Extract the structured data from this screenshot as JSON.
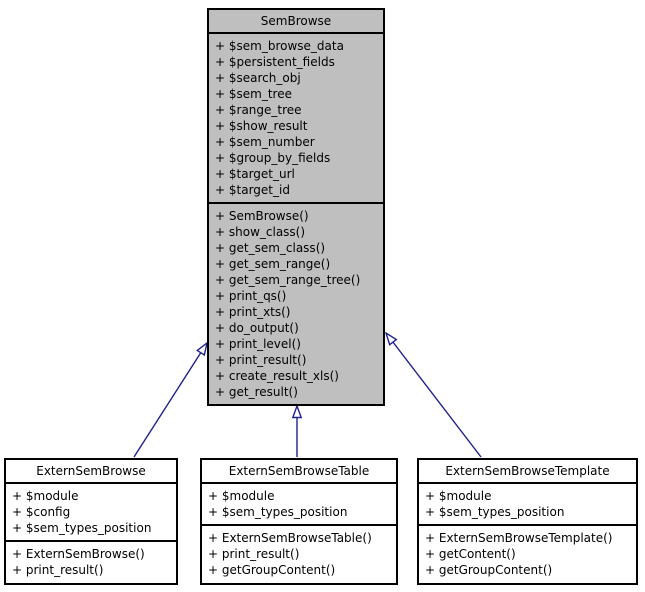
{
  "diagram": {
    "background": "#ffffff",
    "border_color": "#000000",
    "edge_color": "#21218c",
    "arrowhead_fill": "#ffffff",
    "parent_fill": "#bfbfbf",
    "child_fill": "#ffffff"
  },
  "classes": [
    {
      "name": "SemBrowse",
      "fill": "#bfbfbf",
      "fields": [
        "+ $sem_browse_data",
        "+ $persistent_fields",
        "+ $search_obj",
        "+ $sem_tree",
        "+ $range_tree",
        "+ $show_result",
        "+ $sem_number",
        "+ $group_by_fields",
        "+ $target_url",
        "+ $target_id"
      ],
      "methods": [
        "+ SemBrowse()",
        "+ show_class()",
        "+ get_sem_class()",
        "+ get_sem_range()",
        "+ get_sem_range_tree()",
        "+ print_qs()",
        "+ print_xts()",
        "+ do_output()",
        "+ print_level()",
        "+ print_result()",
        "+ create_result_xls()",
        "+ get_result()"
      ]
    },
    {
      "name": "ExternSemBrowse",
      "fill": "#ffffff",
      "fields": [
        "+ $module",
        "+ $config",
        "+ $sem_types_position"
      ],
      "methods": [
        "+ ExternSemBrowse()",
        "+ print_result()"
      ]
    },
    {
      "name": "ExternSemBrowseTable",
      "fill": "#ffffff",
      "fields": [
        "+ $module",
        "+ $sem_types_position"
      ],
      "methods": [
        "+ ExternSemBrowseTable()",
        "+ print_result()",
        "+ getGroupContent()"
      ]
    },
    {
      "name": "ExternSemBrowseTemplate",
      "fill": "#ffffff",
      "fields": [
        "+ $module",
        "+ $sem_types_position"
      ],
      "methods": [
        "+ ExternSemBrowseTemplate()",
        "+ getContent()",
        "+ getGroupContent()"
      ]
    }
  ],
  "edges": [
    {
      "child": "ExternSemBrowse",
      "parent": "SemBrowse",
      "relation": "inheritance"
    },
    {
      "child": "ExternSemBrowseTable",
      "parent": "SemBrowse",
      "relation": "inheritance"
    },
    {
      "child": "ExternSemBrowseTemplate",
      "parent": "SemBrowse",
      "relation": "inheritance"
    }
  ]
}
